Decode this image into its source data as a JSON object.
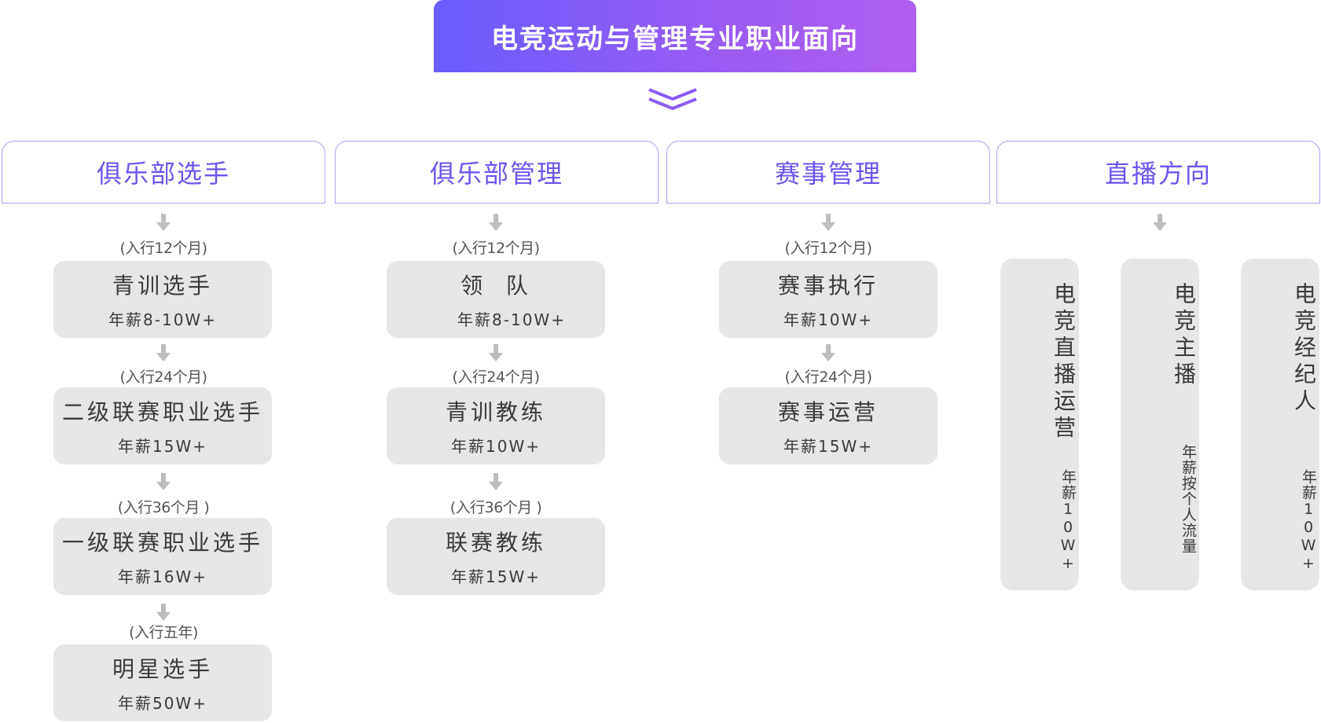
{
  "title": "电竞运动与管理专业职业面向",
  "columns": [
    {
      "header": "俱乐部选手",
      "notes": [
        "(入行12个月)",
        "(入行24个月)",
        "(入行36个月 )",
        "(入行五年)"
      ],
      "steps": [
        {
          "title": "青训选手",
          "salary": "年薪8-10W+"
        },
        {
          "title": "二级联赛职业选手",
          "salary": "年薪15W+"
        },
        {
          "title": "一级联赛职业选手",
          "salary": "年薪16W+"
        },
        {
          "title": "明星选手",
          "salary": "年薪50W+"
        }
      ]
    },
    {
      "header": "俱乐部管理",
      "notes": [
        "(入行12个月)",
        "(入行24个月)",
        "(入行36个月 )"
      ],
      "steps": [
        {
          "title": "领  队",
          "salary": "年薪8-10W+"
        },
        {
          "title": "青训教练",
          "salary": "年薪10W+"
        },
        {
          "title": "联赛教练",
          "salary": "年薪15W+"
        }
      ]
    },
    {
      "header": "赛事管理",
      "notes": [
        "(入行12个月)",
        "(入行24个月)"
      ],
      "steps": [
        {
          "title": "赛事执行",
          "salary": "年薪10W+"
        },
        {
          "title": "赛事运营",
          "salary": "年薪15W+"
        }
      ]
    },
    {
      "header": "直播方向",
      "cards": [
        {
          "title": "电竞直播运营",
          "salary": "年薪10W+"
        },
        {
          "title": "电竞主播",
          "salary": "年薪按个人流量"
        },
        {
          "title": "电竞经纪人",
          "salary": "年薪10W+"
        }
      ]
    }
  ],
  "colors": {
    "accent": "#6b55ef",
    "card": "#e6e6e6",
    "arrow": "#bdbdbd"
  }
}
